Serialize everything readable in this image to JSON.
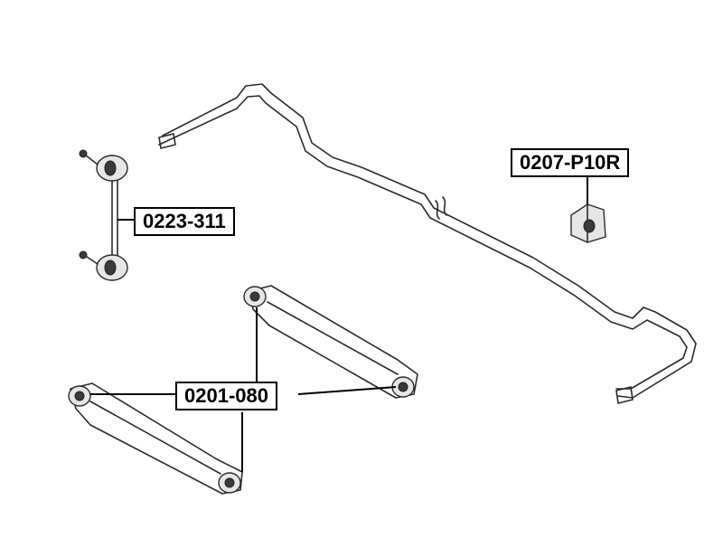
{
  "callouts": {
    "link": "0223-311",
    "bushing": "0207-P10R",
    "arms": "0201-080"
  }
}
